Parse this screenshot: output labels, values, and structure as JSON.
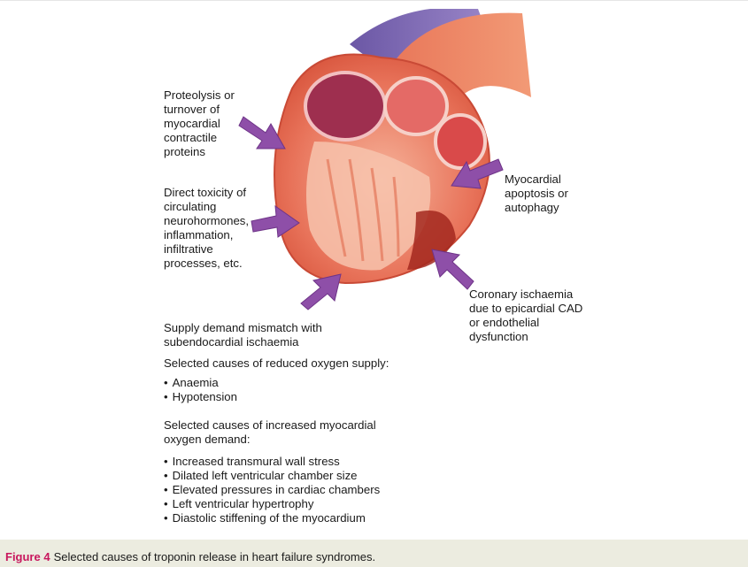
{
  "labels": {
    "proteolysis": "Proteolysis or\nturnover of\nmyocardial\ncontractile\nproteins",
    "toxicity": "Direct toxicity of\ncirculating\nneurohormones,\ninflammation,\ninfiltrative\nprocesses, etc.",
    "apoptosis": "Myocardial\napoptosis or\nautophagy",
    "coronary": "Coronary ischaemia\ndue to epicardial CAD\nor endothelial\ndysfunction",
    "supply": "Supply demand mismatch with\nsubendocardial ischaemia"
  },
  "reduced_supply": {
    "heading": "Selected causes of reduced oxygen supply:",
    "items": [
      "Anaemia",
      "Hypotension"
    ]
  },
  "increased_demand": {
    "heading": "Selected causes of increased myocardial\noxygen demand:",
    "items": [
      "Increased transmural wall stress",
      "Dilated left ventricular chamber size",
      "Elevated pressures in cardiac chambers",
      "Left ventricular hypertrophy",
      "Diastolic stiffening of the myocardium"
    ]
  },
  "caption": {
    "figure_label": "Figure 4",
    "text": "Selected causes of troponin release in heart failure syndromes."
  },
  "colors": {
    "accent": "#c8175d",
    "arrow": "#8e4fa8",
    "caption_bg": "#ecece0"
  }
}
